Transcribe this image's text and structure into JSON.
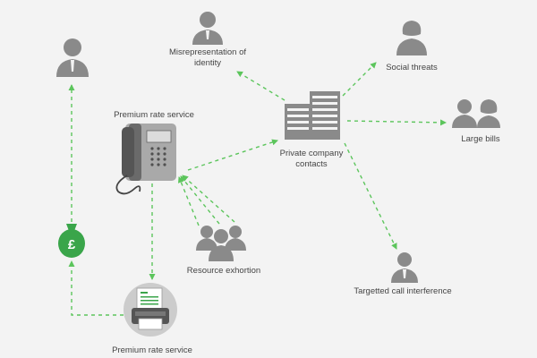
{
  "labels": {
    "premium_rate_service_top": "Premium rate service",
    "misrepresentation": "Misrepresentation of identity",
    "social_threats": "Social threats",
    "large_bills": "Large bills",
    "private_company_contacts": "Private company contacts",
    "resource_exhortion": "Resource exhortion",
    "targetted_call_interference": "Targetted call interference",
    "premium_rate_service_bottom": "Premium rate service"
  },
  "icons": {
    "fraudster": "person-icon",
    "misrepresentation": "person-icon",
    "social_threats": "person-icon",
    "large_bills": "couple-icon",
    "company": "building-icon",
    "phone": "desk-phone-icon",
    "resource": "group-icon",
    "targetted": "person-icon",
    "money_bag": "pound-money-bag-icon",
    "receipt": "fax-receipt-icon"
  },
  "colors": {
    "arrow": "#5cc55c",
    "icon_gray": "#8a8a8a",
    "money_green": "#3aa54a",
    "background": "#f3f3f3"
  }
}
